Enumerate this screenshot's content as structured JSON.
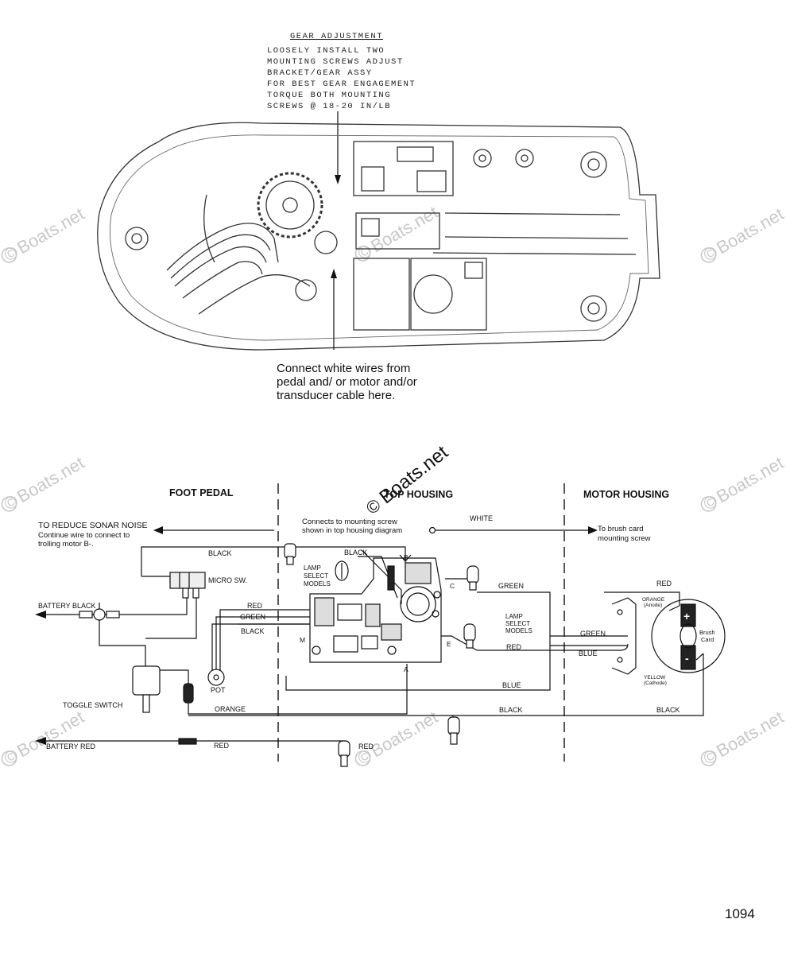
{
  "gear_note": {
    "title": "GEAR ADJUSTMENT",
    "lines": [
      "LOOSELY INSTALL TWO",
      "MOUNTING SCREWS ADJUST",
      "BRACKET/GEAR ASSY",
      "FOR BEST GEAR ENGAGEMENT",
      "TORQUE BOTH MOUNTING",
      "SCREWS @ 18-20 IN/LB"
    ]
  },
  "connect_note": [
    "Connect white wires from",
    "pedal and/ or motor and/or",
    "transducer cable here."
  ],
  "sections": {
    "foot_pedal": "FOOT PEDAL",
    "top_housing": "TOP HOUSING",
    "motor_housing": "MOTOR HOUSING"
  },
  "notes": {
    "sonar": [
      "TO REDUCE SONAR NOISE",
      "Continue wire to connect to",
      "trolling motor B-."
    ],
    "mount_screw": [
      "Connects to mounting screw",
      "shown in top housing diagram"
    ],
    "brush_screw": [
      "To brush card",
      "mounting screw"
    ]
  },
  "labels": {
    "white": "WHITE",
    "black_top": "BLACK",
    "black_board": "BLACK",
    "micro_sw": "MICRO SW.",
    "battery_black": "BATTERY BLACK",
    "red_left": "RED",
    "green_left": "GREEN",
    "black_left": "BLACK",
    "pot": "POT",
    "toggle": "TOGGLE SWITCH",
    "orange": "ORANGE",
    "battery_red": "BATTERY RED",
    "red_bottom": "RED",
    "red_conn": "RED",
    "black_bottom": "BLACK",
    "black_right": "BLACK",
    "blue": "BLUE",
    "blue_motor": "BLUE",
    "green_right": "GREEN",
    "green_motor": "GREEN",
    "red_right": "RED",
    "red_motor": "RED",
    "lamp_left": [
      "LAMP",
      "SELECT",
      "MODELS"
    ],
    "lamp_right": [
      "LAMP",
      "SELECT",
      "MODELS"
    ],
    "term_b": "B",
    "term_c": "C",
    "term_e": "E",
    "term_m": "M",
    "term_a": "A",
    "orange_anode": [
      "ORANGE",
      "(Anode)"
    ],
    "yellow_cathode": [
      "YELLOW",
      "(Cathode)"
    ],
    "brush_card": [
      "Brush",
      "Card"
    ],
    "plus": "+",
    "minus": "-"
  },
  "watermark": {
    "text": "Boats.net",
    "symbol": "©"
  },
  "page_number": "1094"
}
